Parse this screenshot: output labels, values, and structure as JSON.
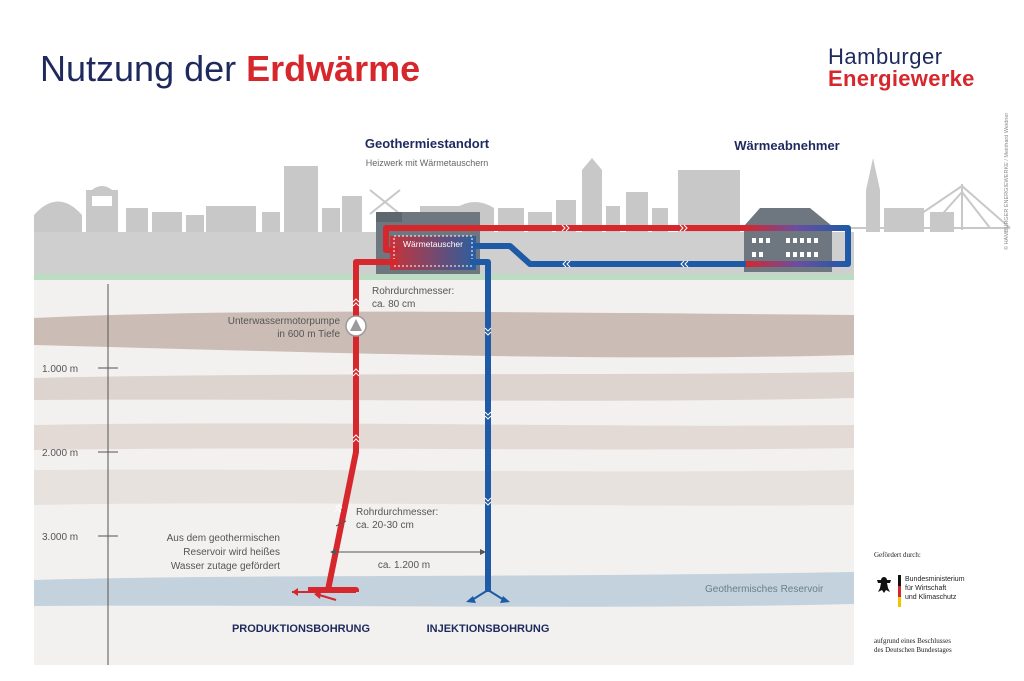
{
  "title": {
    "main": "Nutzung der ",
    "highlight": "Erdwärme"
  },
  "logo": {
    "line1": "Hamburger",
    "line2": "Energiewerke"
  },
  "labels": {
    "site_title": "Geothermiestandort",
    "site_subtitle": "Heizwerk mit Wärmetauschern",
    "consumer": "Wärmeabnehmer",
    "heat_exchanger": "Wärmetauscher",
    "pipe_diameter_1_line1": "Rohrdurchmesser:",
    "pipe_diameter_1_line2": "ca. 80 cm",
    "pump_line1": "Unterwassermotorpumpe",
    "pump_line2": "in 600 m Tiefe",
    "pipe_diameter_2_line1": "Rohrdurchmesser:",
    "pipe_diameter_2_line2": "ca. 20-30 cm",
    "distance": "ca. 1.200 m",
    "reservoir_note_line1": "Aus dem geothermischen",
    "reservoir_note_line2": "Reservoir wird heißes",
    "reservoir_note_line3": "Wasser zutage gefördert",
    "reservoir": "Geothermisches Reservoir",
    "production_well": "PRODUKTIONSBOHRUNG",
    "injection_well": "INJEKTIONSBOHRUNG"
  },
  "depth_scale": [
    "1.000 m",
    "2.000 m",
    "3.000 m"
  ],
  "copyright": "© HAMBURGER ENERGIEWERKE / Meinhard Weidner",
  "funding": {
    "heading": "Gefördert durch:",
    "ministry_line1": "Bundesministerium",
    "ministry_line2": "für Wirtschaft",
    "ministry_line3": "und Klimaschutz",
    "decision_line1": "aufgrund eines Beschlusses",
    "decision_line2": "des Deutschen Bundestages"
  },
  "colors": {
    "hot": "#d6272d",
    "cold": "#1f5aa6",
    "navy": "#1e2a5e",
    "skyline": "#c8c8c8",
    "ground": "#cfcfcf"
  }
}
